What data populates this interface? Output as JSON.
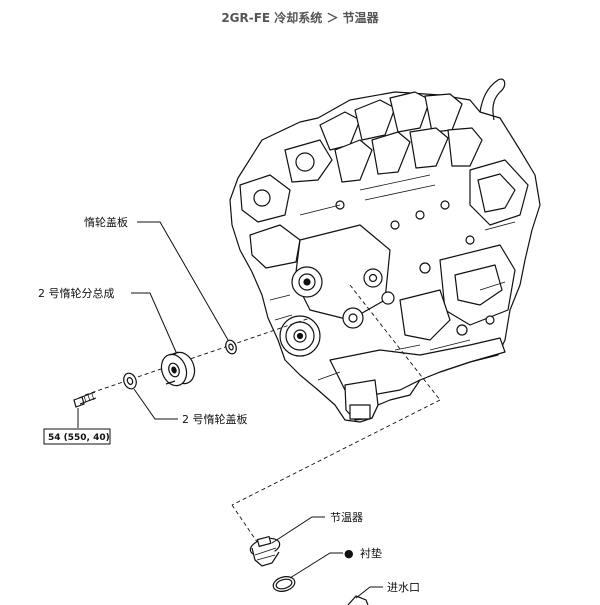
{
  "header": {
    "title": "2GR-FE 冷却系统 ＞ 节温器"
  },
  "labels": {
    "idler_cover_plate": "惰轮盖板",
    "no2_idler_assembly": "2 号惰轮分总成",
    "no2_idler_cover_plate": "2 号惰轮盖板",
    "torque_spec": "54 (550, 40)",
    "thermostat": "节温器",
    "gasket": "衬垫",
    "water_inlet": "进水口"
  },
  "symbols": {
    "non_reusable": "●"
  }
}
